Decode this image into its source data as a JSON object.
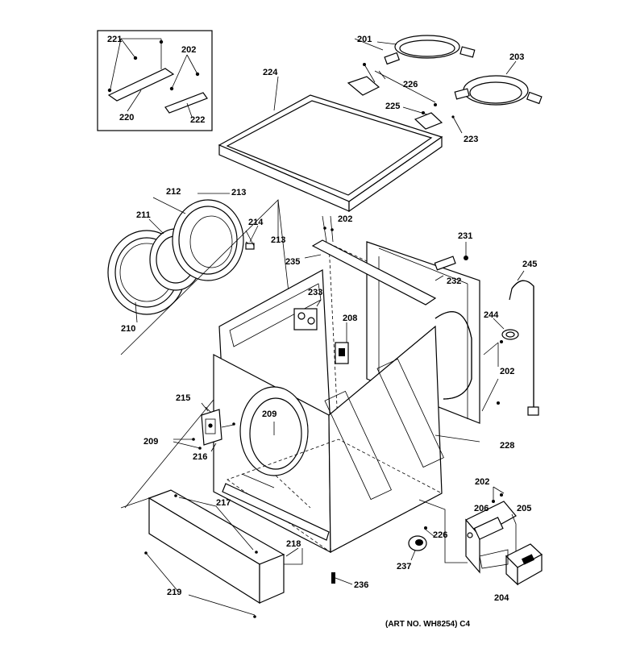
{
  "labels": {
    "l221": "221",
    "l202a": "202",
    "l220": "220",
    "l222": "222",
    "l201": "201",
    "l203": "203",
    "l224": "224",
    "l226a": "226",
    "l225": "225",
    "l223": "223",
    "l212": "212",
    "l213a": "213",
    "l211": "211",
    "l214": "214",
    "l213b": "213",
    "l202b": "202",
    "l231": "231",
    "l245": "245",
    "l235": "235",
    "l232": "232",
    "l233": "233",
    "l210": "210",
    "l208": "208",
    "l244": "244",
    "l202c": "202",
    "l215": "215",
    "l209a": "209",
    "l209b": "209",
    "l216": "216",
    "l228": "228",
    "l202d": "202",
    "l206": "206",
    "l205": "205",
    "l217": "217",
    "l226b": "226",
    "l218": "218",
    "l237": "237",
    "l236": "236",
    "l219": "219",
    "l204": "204"
  },
  "art_number": "(ART NO. WH8254) C4"
}
